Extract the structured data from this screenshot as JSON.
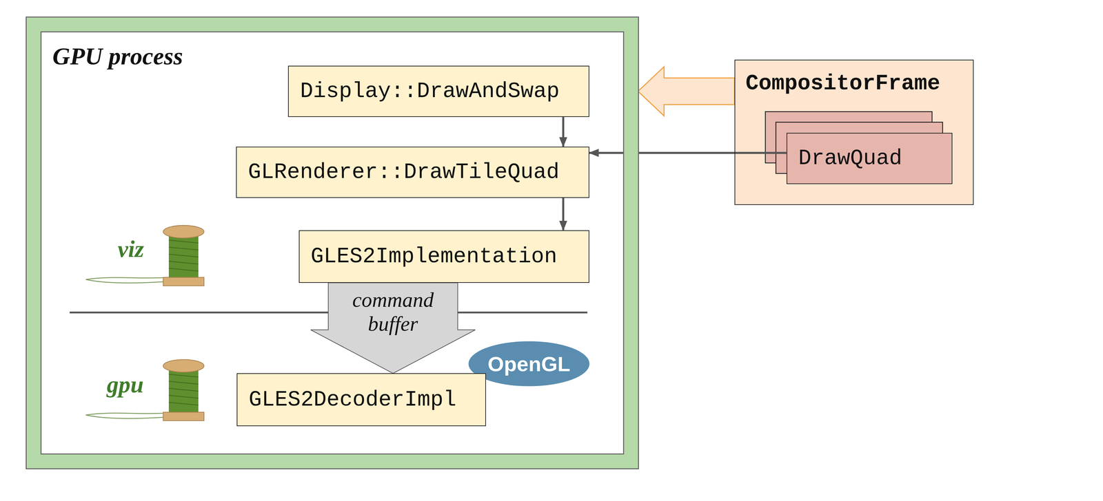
{
  "diagram": {
    "nodes": [
      {
        "text": [
          "GPU process"
        ]
      },
      {
        "text": [
          "Display::DrawAndSwap"
        ],
        "in": 0
      },
      {
        "text": [
          "GLRenderer::DrawTileQuad"
        ],
        "in": 0
      },
      {
        "text": [
          "GLES2Implementation"
        ],
        "in": 0
      },
      {
        "text": [
          "GLES2DecoderImpl"
        ],
        "in": 0
      },
      {
        "text": [
          "CompositorFrame"
        ]
      },
      {
        "text": [
          "DrawQuad"
        ],
        "in": 5
      }
    ],
    "edges": [
      {
        "from": 1,
        "to": 2,
        "arrow": "to"
      },
      {
        "from": 2,
        "to": 3,
        "arrow": "to"
      },
      {
        "from": 6,
        "to": 2,
        "arrow": "to"
      },
      {
        "from": 5,
        "to": 0,
        "arrow": "to"
      },
      {
        "from": 3,
        "to": 4,
        "label": "command buffer",
        "arrow": "to"
      }
    ],
    "labels": [
      "viz",
      "gpu",
      "OpenGL"
    ]
  }
}
